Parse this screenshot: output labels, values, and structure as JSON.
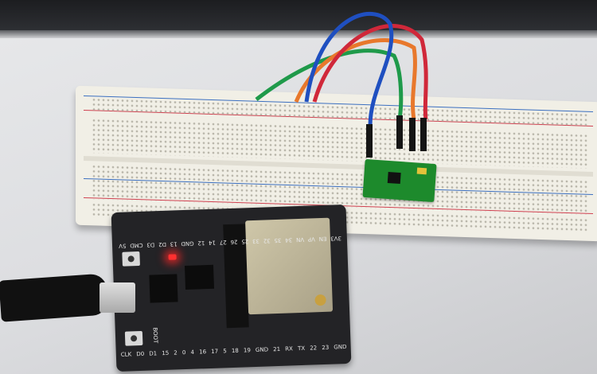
{
  "scene": {
    "esp32_board": {
      "top_pin_labels": [
        "5V",
        "CMD",
        "D3",
        "D2",
        "13",
        "GND",
        "12",
        "14",
        "27",
        "26",
        "25",
        "33",
        "32",
        "35",
        "34",
        "VN",
        "VP",
        "EN",
        "3V3"
      ],
      "bottom_pin_labels": [
        "CLK",
        "D0",
        "D1",
        "15",
        "2",
        "0",
        "4",
        "16",
        "17",
        "5",
        "18",
        "19",
        "GND",
        "21",
        "RX",
        "TX",
        "22",
        "23",
        "GND"
      ],
      "button_label": "BOOT",
      "power_led_color": "#ff3030"
    },
    "wire_colors": {
      "blue": "#1f4fc0",
      "red": "#d0283a",
      "orange": "#e8782c",
      "green": "#1f9a4a"
    },
    "breadboard_rail_colors": {
      "positive": "#d04050",
      "negative": "#3b6fc0"
    }
  }
}
